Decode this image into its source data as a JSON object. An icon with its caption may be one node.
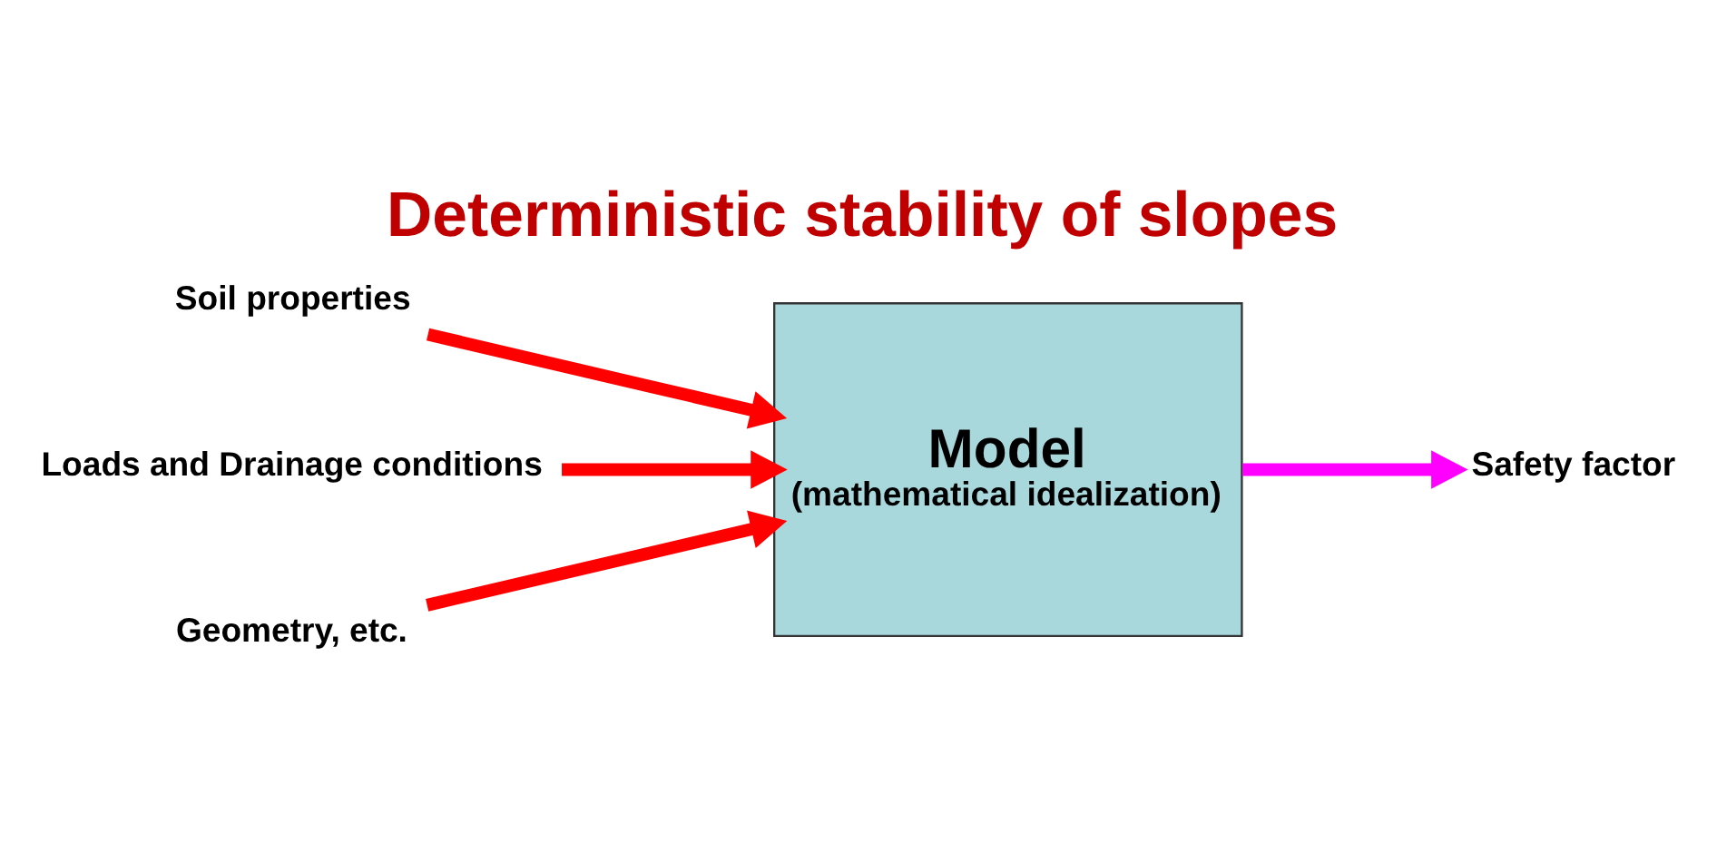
{
  "diagram": {
    "title": "Deterministic stability of slopes",
    "nodes": [
      {
        "text": [
          "Soil properties"
        ]
      },
      {
        "text": [
          "Loads and Drainage conditions"
        ]
      },
      {
        "text": [
          "Geometry, etc."
        ]
      },
      {
        "text": [
          "Model",
          "(mathematical idealization)"
        ]
      },
      {
        "text": [
          "Safety factor"
        ]
      }
    ],
    "edges": [
      {
        "from": 0,
        "to": 3,
        "arrow": "to"
      },
      {
        "from": 1,
        "to": 3,
        "arrow": "to"
      },
      {
        "from": 2,
        "to": 3,
        "arrow": "to"
      },
      {
        "from": 3,
        "to": 4,
        "arrow": "to",
        "color": "#ff00ff"
      }
    ]
  }
}
